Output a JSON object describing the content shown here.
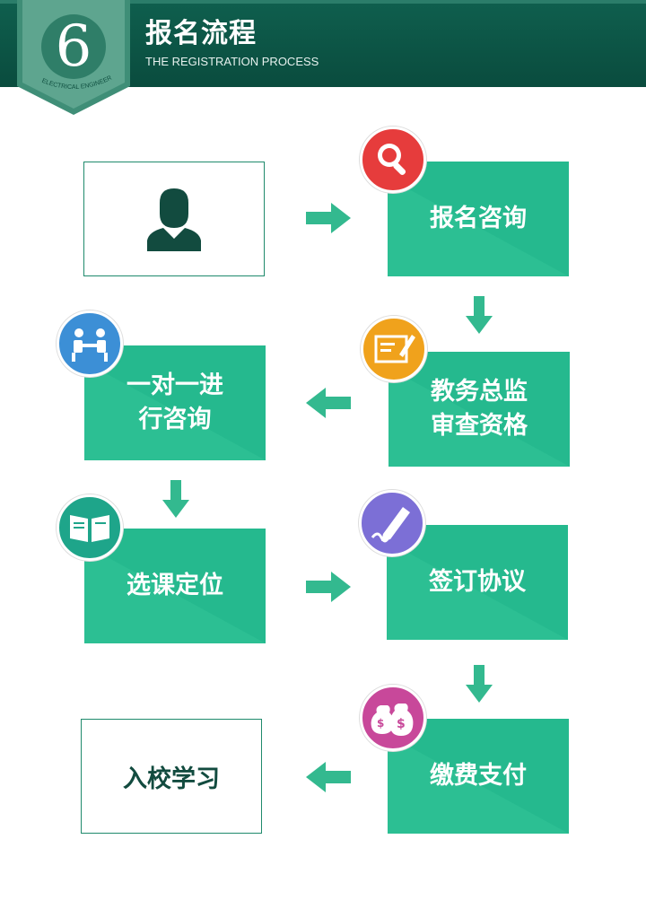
{
  "header": {
    "number": "6",
    "badge_text": "ELECTRICAL ENGINEERING",
    "title_cn": "报名流程",
    "title_en": "THE REGISTRATION PROCESS"
  },
  "steps": {
    "consult": "报名咨询",
    "review": "教务总监\n审查资格",
    "one_on_one": "一对一进\n行咨询",
    "course_select": "选课定位",
    "agreement": "签订协议",
    "payment": "缴费支付",
    "enroll": "入校学习"
  },
  "colors": {
    "header": "#0a4c3e",
    "box": "#25b98e",
    "arrow": "#33b98f",
    "search_icon": "#e63c3c",
    "review_icon": "#f0a21c",
    "meeting_icon": "#3c8fd6",
    "book_icon": "#1ea58a",
    "pen_icon": "#7c6fd6",
    "money_icon": "#c8489a"
  }
}
